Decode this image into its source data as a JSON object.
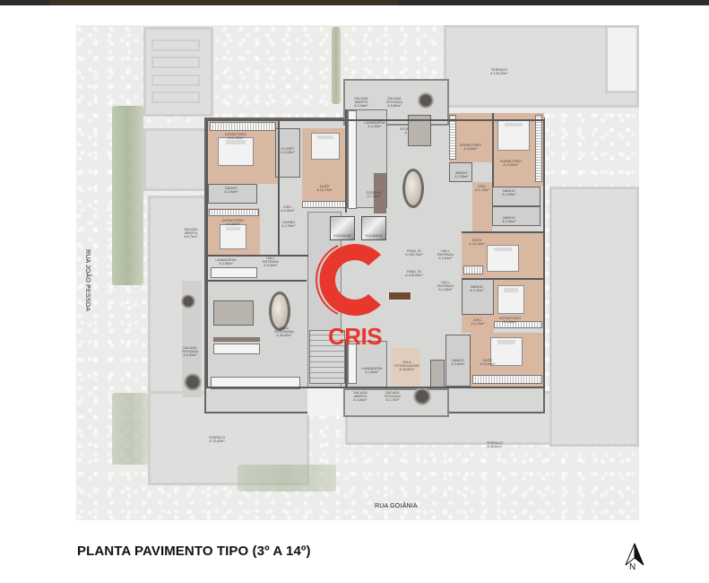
{
  "page": {
    "title": "PLANTA PAVIMENTO TIPO (3º A 14º)",
    "compass_label": "N"
  },
  "streets": {
    "west": "RUA JOÃO PESSOA",
    "south": "RUA GOIÂNIA"
  },
  "watermark": {
    "brand": "CRIS",
    "color": "#e8372b"
  },
  "colors": {
    "wood_floor": "#d9b8a2",
    "tile_floor": "#d7d7d6",
    "wall": "#5a5a5a",
    "terrace": "#dededd",
    "landscape_green": "#a4b293"
  },
  "rooms": {
    "terraco_ne": "TERRAÇO\nA 130,00m²",
    "terraco_sw": "TERRAÇO\nA 75,00m²",
    "terraco_se": "TERRAÇO\nA 95,00m²",
    "w_dorm1": "DORMITÓRIO\nA 11,35m²",
    "w_banho1": "BANHO\nA 2,94m²",
    "w_closet": "CLOSET\nA 4,05m²",
    "w_suite": "SUÍTE\nA 16,70m²",
    "w_circ": "CIRC.\nA 4,60m²",
    "w_dorm2": "DORMITÓRIO\nA 8,60m²",
    "w_sacada_aberta": "SACADA\nABERTA\nA 8,70m²",
    "w_lavabo": "LAVABO\nA 2,30m²",
    "w_lavanderia": "LAVANDERIA\nA 3,55m²",
    "w_hall": "HALL\nENTRADA\nA 8,59m²",
    "w_sacada_fechada": "SACADA\nFECHADA\nA 8,30m²",
    "w_area_integrada": "ÁREA\nINTEGRADA\nA 36,50m²",
    "n_sacada_aberta": "SACADA\nABERTA\nA 4,58m²",
    "n_sacada_fechada": "SACADA\nFECHADA\nA 5,80m²",
    "n_lavanderia": "LAVANDERIA\nA 4,40m²",
    "n_sala_estar": "SALA\nESTAR/JANTAR\nA 26,30m²",
    "n_cozinha": "COZINHA\nA 7,20m²",
    "elevador1": "ELEVADOR",
    "elevador2": "ELEVADOR",
    "final02": "FINAL 02\nA 109,70m²",
    "final03": "FINAL 03\nA 100,00m²",
    "hall_entrada_n": "HALL\nENTRADA\nA 2,64m²",
    "hall_entrada_s": "HALL\nENTRADA\nA 2,48m²",
    "e_dorm1": "DORMITÓRIO\nA 8,80m²",
    "e_dorm2": "DORMITÓRIO\nA 12,50m²",
    "e_banho1": "BANHO\nA 2,85m²",
    "e_circ1": "CIRC.\nA 1,75m²",
    "e_banho2": "BANHO\nA 2,90m²",
    "e_banho3": "BANHO\nA 2,90m²",
    "e_suite1": "SUÍTE\nA 16,10m²",
    "e_banho4": "BANHO\nA 3,10m²",
    "e_dorm3": "DORMITÓRIO\nA 9,28m²",
    "e_circ2": "CIRC.\nA 3,10m²",
    "e_banho5": "BANHO\nA 3,60m²",
    "e_suite2": "SUÍTE\nA 14,05m²",
    "s_lavanderia": "LAVANDERIA\nA 3,80m²",
    "s_sala_estar": "SALA\nESTAR/JANTAR\nA 26,50m²",
    "s_sacada_aberta": "SACADA\nABERTA\nA 4,08m²",
    "s_sacada_fechada": "SACADA\nFECHADA\nA 4,73m²"
  }
}
